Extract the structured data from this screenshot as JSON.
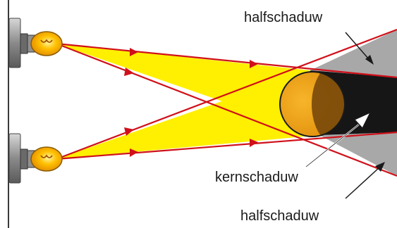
{
  "labels": {
    "half_shadow_top": "halfschaduw",
    "core_shadow": "kernschaduw",
    "half_shadow_bottom": "halfschaduw"
  },
  "colors": {
    "background": "#ffffff",
    "light_region": "#ffef00",
    "half_shadow": "#a8a8a8",
    "core_shadow": "#161616",
    "light_ray": "#d0101a",
    "ball": "#f2a114",
    "ball_dark_side": "#7a4a0a",
    "wall": "#3a3a3a",
    "lamp_socket": "#9a9a9a",
    "bulb": "#ffb000"
  },
  "icons": {
    "top_lamp": "light-bulb-icon",
    "bottom_lamp": "light-bulb-icon",
    "ball": "sphere-icon"
  }
}
